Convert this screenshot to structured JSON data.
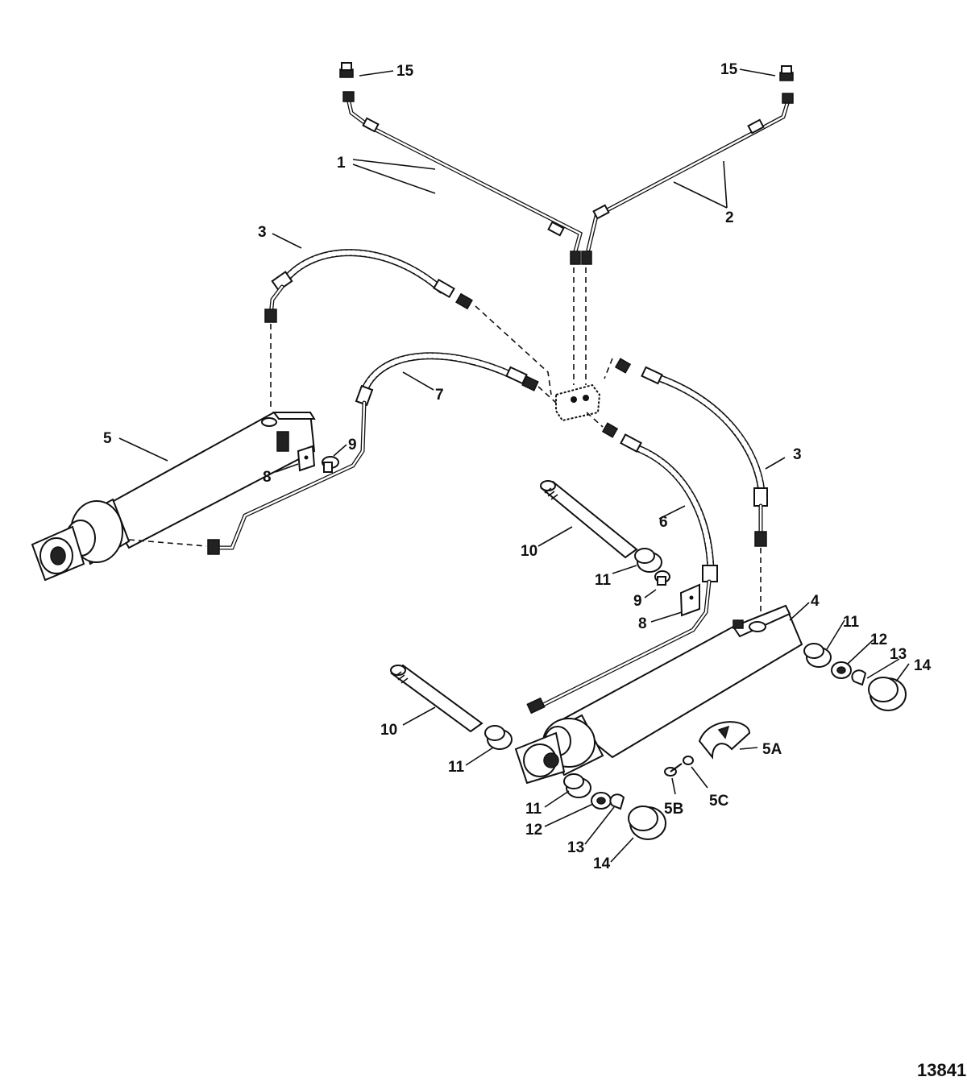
{
  "callouts": {
    "c1": "1",
    "c2": "2",
    "c3a": "3",
    "c3b": "3",
    "c4": "4",
    "c5": "5",
    "c5a": "5A",
    "c5b": "5B",
    "c5c": "5C",
    "c6": "6",
    "c7": "7",
    "c8a": "8",
    "c8b": "8",
    "c9a": "9",
    "c9b": "9",
    "c10a": "10",
    "c10b": "10",
    "c11a": "11",
    "c11b": "11",
    "c11c": "11",
    "c11d": "11",
    "c12a": "12",
    "c12b": "12",
    "c13a": "13",
    "c13b": "13",
    "c14a": "14",
    "c14b": "14",
    "c15a": "15",
    "c15b": "15"
  },
  "reference_number": "13841"
}
